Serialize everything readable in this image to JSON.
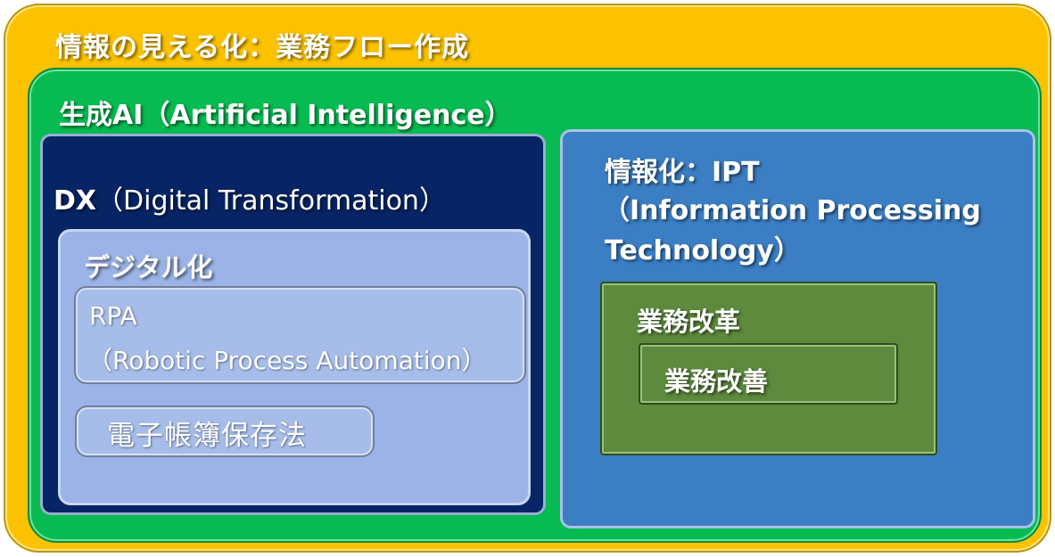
{
  "outer": {
    "title": "情報の見える化：業務フロー作成",
    "color": "#fcc200"
  },
  "ai": {
    "title": "生成AI（Artificial Intelligence）",
    "color": "#07bb52"
  },
  "dx": {
    "title_main": "DX",
    "title_sub": "（Digital Transformation）",
    "color": "#072565",
    "digital": {
      "title": "デジタル化",
      "color": "#9bb3e6",
      "rpa": {
        "line1": "RPA",
        "line2": "（Robotic Process Automation）"
      },
      "law": {
        "title": "電子帳簿保存法"
      }
    }
  },
  "ipt": {
    "line1": "情報化：IPT",
    "line2": "（Information Processing",
    "line3": "Technology）",
    "color": "#3b7ec4",
    "reform": {
      "title": "業務改革",
      "color": "#5d8a3c",
      "improve": {
        "title": "業務改善"
      }
    }
  }
}
